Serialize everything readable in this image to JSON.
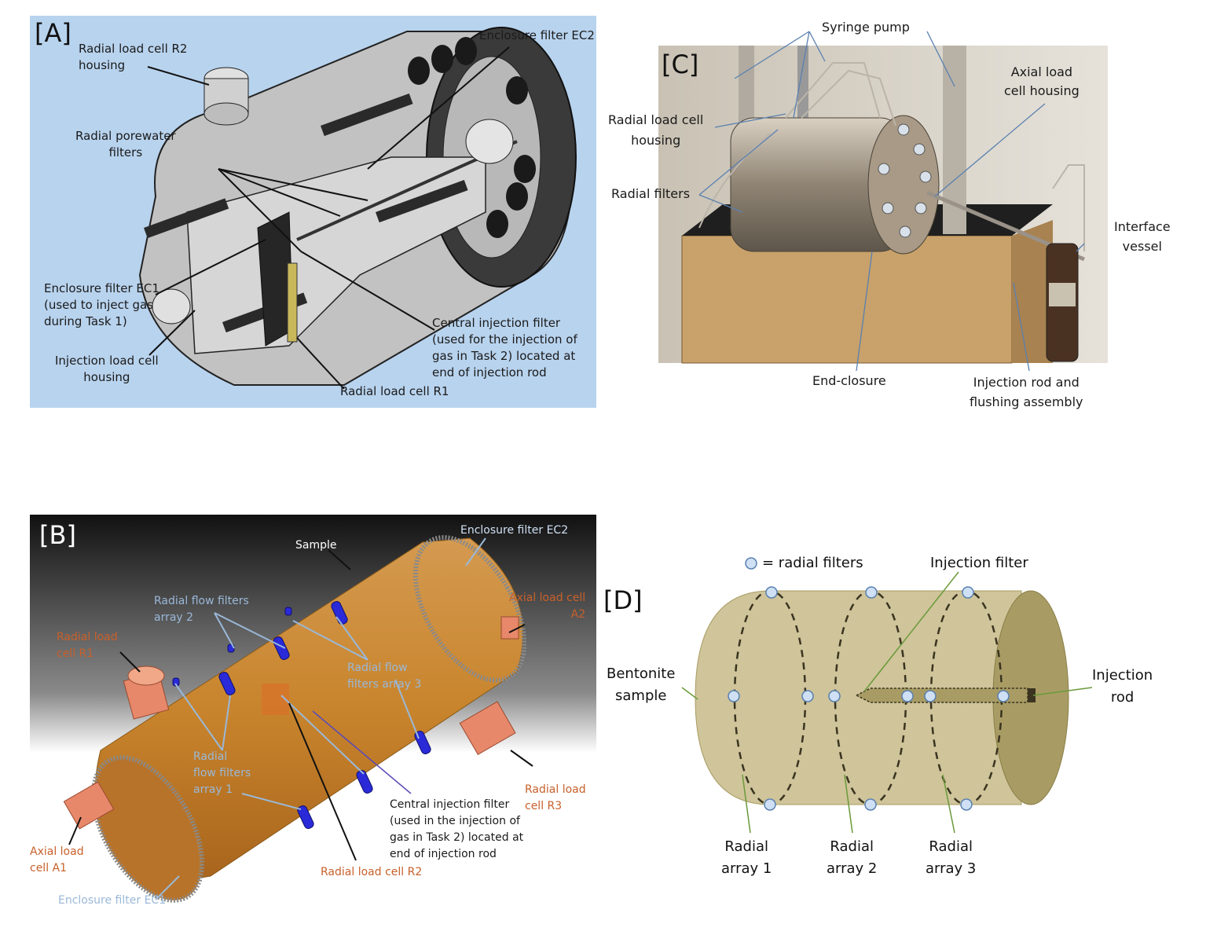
{
  "panel_a": {
    "tag": "[A]",
    "labels": {
      "r2_housing": "Radial load cell R2\nhousing",
      "ec2": "Enclosure filter EC2",
      "porewater": "Radial porewater\nfilters",
      "ec1": "Enclosure filter EC1\n(used to inject gas\nduring Task 1)",
      "injection_housing": "Injection load cell\nhousing",
      "central_filter": "Central injection filter\n(used for the injection of\ngas in Task 2) located at\nend of injection rod",
      "r1": "Radial load cell R1"
    },
    "colors": {
      "background": "#b8d3ee",
      "body": "#b0b0b0",
      "dark": "#2a2a2a",
      "filter": "#c9b85a"
    }
  },
  "panel_b": {
    "tag": "[B]",
    "labels": {
      "sample": "Sample",
      "ec2": "Enclosure filter EC2",
      "array2": "Radial flow filters\narray 2",
      "axial_a2": "Axial load cell\nA2",
      "r1": "Radial load\ncell R1",
      "array3": "Radial flow\nfilters array 3",
      "array1": "Radial\nflow filters\narray 1",
      "central_filter": "Central injection filter\n(used in the injection of\ngas in Task 2) located at\nend of injection rod",
      "r3": "Radial load\ncell R3",
      "axial_a1": "Axial load\ncell A1",
      "r2": "Radial load cell R2",
      "ec1": "Enclosure filter EC1"
    },
    "colors": {
      "sample": "#c8842c",
      "load_cell": "#e8886a",
      "filter": "#2a2ad8"
    }
  },
  "panel_c": {
    "tag": "[C]",
    "labels": {
      "syringe": "Syringe pump",
      "axial_housing": "Axial load\ncell housing",
      "radial_housing": "Radial load cell\nhousing",
      "radial_filters": "Radial filters",
      "interface": "Interface\nvessel",
      "end_closure": "End-closure",
      "injection_rod": "Injection rod and\nflushing assembly"
    },
    "colors": {
      "steel": "#a89a86",
      "wood": "#c8a26a"
    }
  },
  "panel_d": {
    "tag": "[D]",
    "labels": {
      "legend": "= radial filters",
      "injection_filter": "Injection filter",
      "bentonite": "Bentonite\nsample",
      "injection_rod": "Injection\nrod",
      "array1": "Radial\narray 1",
      "array2": "Radial\narray 2",
      "array3": "Radial\narray 3"
    },
    "colors": {
      "cylinder": "#cfc49a",
      "end": "#a89c64",
      "filter": "#cfe0f4",
      "leader": "#6a9a3a"
    }
  }
}
